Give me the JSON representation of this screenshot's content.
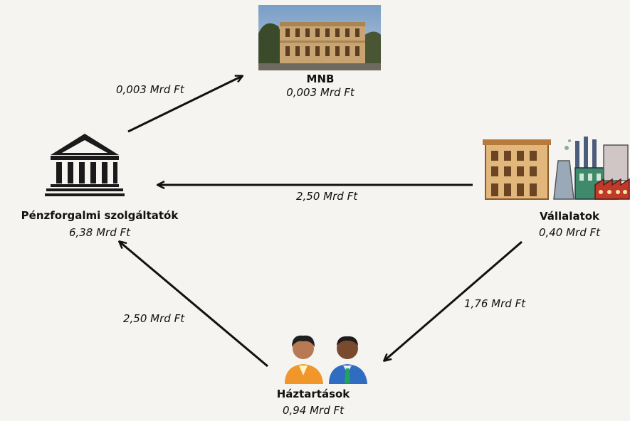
{
  "nodes": {
    "mnb": {
      "name": "MNB",
      "value": "0,003 Mrd Ft",
      "icon": "bank-building-photo-icon"
    },
    "payment_providers": {
      "name": "Pénzforgalmi szolgáltatók",
      "value": "6,38 Mrd Ft",
      "icon": "classical-bank-icon"
    },
    "companies": {
      "name": "Vállalatok",
      "value": "0,40 Mrd Ft",
      "icon": "factory-buildings-icon"
    },
    "households": {
      "name": "Háztartások",
      "value": "0,94 Mrd Ft",
      "icon": "people-icon"
    }
  },
  "flows": [
    {
      "from": "payment_providers",
      "to": "mnb",
      "label": "0,003 Mrd Ft"
    },
    {
      "from": "companies",
      "to": "payment_providers",
      "label": "2,50 Mrd Ft"
    },
    {
      "from": "companies",
      "to": "households",
      "label": "1,76 Mrd Ft"
    },
    {
      "from": "households",
      "to": "payment_providers",
      "label": "2,50 Mrd Ft"
    }
  ],
  "colors": {
    "background": "#f6f4f1",
    "arrow": "#111111"
  }
}
